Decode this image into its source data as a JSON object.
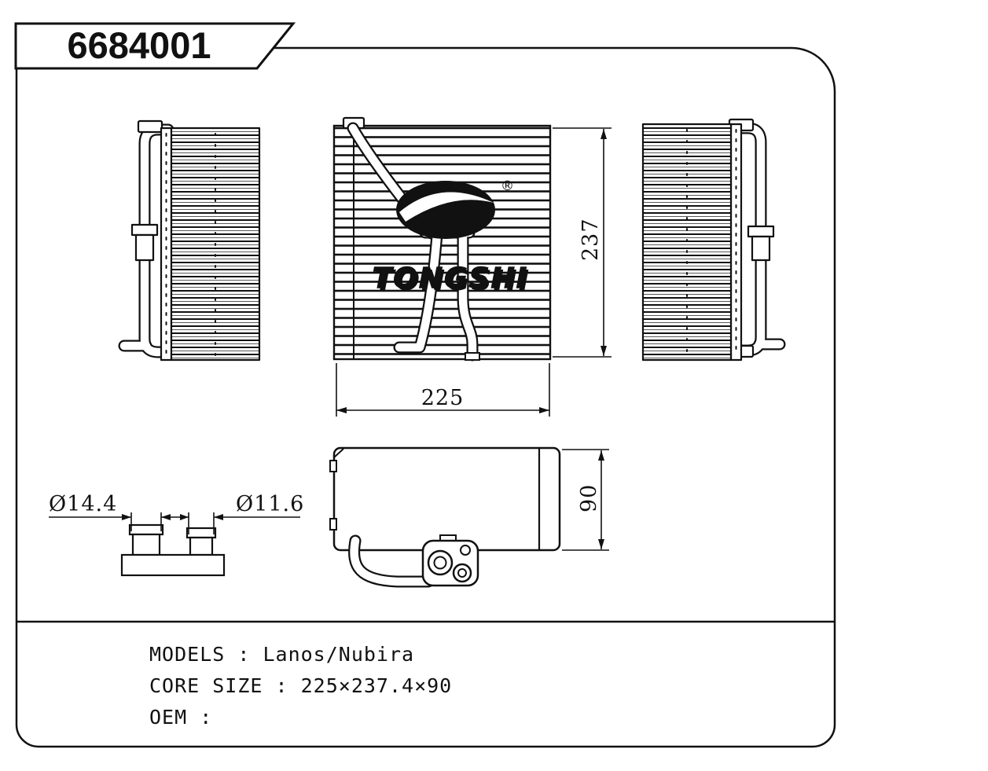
{
  "banner": {
    "part_number": "6684001"
  },
  "logo": {
    "brand": "TONGSHI",
    "registered": "®"
  },
  "dims": {
    "height": "237",
    "width": "225",
    "depth": "90",
    "port_large": "Ø14.4",
    "port_small": "Ø11.6"
  },
  "info": {
    "line1": "MODELS : Lanos/Nubira",
    "line2": "CORE SIZE : 225×237.4×90",
    "line3": "OEM :"
  }
}
